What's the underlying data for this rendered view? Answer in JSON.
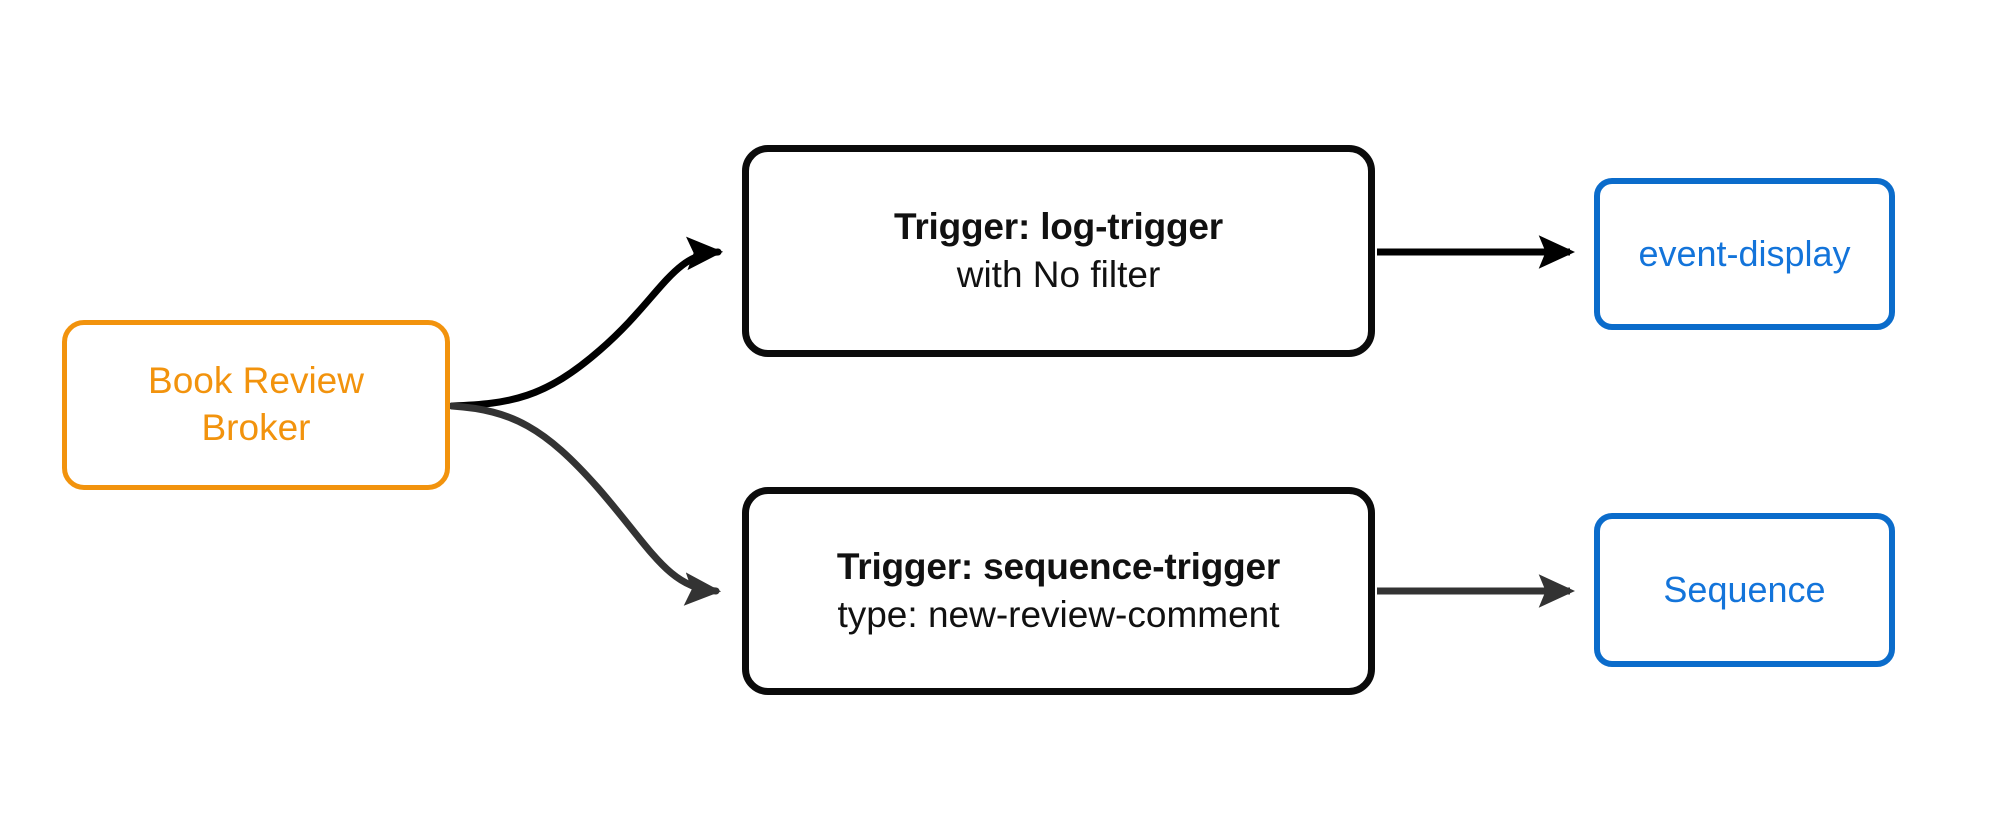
{
  "diagram": {
    "type": "flow",
    "background": "#ffffff",
    "colors": {
      "broker_accent": "#F2930D",
      "trigger_stroke": "#0b0b0b",
      "consumer_accent": "#0B6CCB",
      "consumer_text": "#1374DA",
      "edge_primary": "#000000",
      "edge_secondary": "#333333"
    },
    "nodes": {
      "broker": {
        "label_line1": "Book Review",
        "label_line2": "Broker"
      },
      "trigger_log": {
        "title": "Trigger: log-trigger",
        "subtitle": "with No filter"
      },
      "trigger_sequence": {
        "title": "Trigger: sequence-trigger",
        "subtitle": "type: new-review-comment"
      },
      "consumer_event_display": {
        "label": "event-display"
      },
      "consumer_sequence": {
        "label": "Sequence"
      }
    },
    "edges": [
      {
        "from": "broker",
        "to": "trigger_log",
        "style": "curved",
        "color": "#000000",
        "arrow": "filled"
      },
      {
        "from": "broker",
        "to": "trigger_sequence",
        "style": "curved",
        "color": "#333333",
        "arrow": "filled"
      },
      {
        "from": "trigger_log",
        "to": "consumer_event_display",
        "style": "straight",
        "color": "#000000",
        "arrow": "filled"
      },
      {
        "from": "trigger_sequence",
        "to": "consumer_sequence",
        "style": "straight",
        "color": "#333333",
        "arrow": "filled"
      }
    ]
  }
}
